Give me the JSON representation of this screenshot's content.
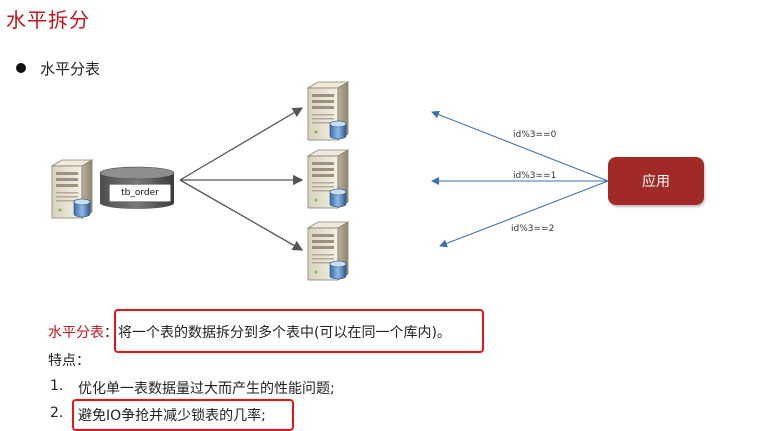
{
  "title": "水平拆分",
  "bullet": "水平分表",
  "diagram": {
    "table_name": "tb_order",
    "app_label": "应用",
    "routes": [
      "id%3==0",
      "id%3==1",
      "id%3==2"
    ]
  },
  "definition": {
    "term": "水平分表",
    "separator": "：",
    "text": "将一个表的数据拆分到多个表中(可以在同一个库内)。"
  },
  "features": {
    "title": "特点：",
    "items": [
      {
        "num": "1.",
        "text": "优化单一表数据量过大而产生的性能问题;"
      },
      {
        "num": "2.",
        "text": "避免IO争抢并减少锁表的几率;"
      }
    ]
  },
  "colors": {
    "title_red": "#c0161d",
    "app_box": "#a12a26",
    "highlight_box": "#e8141a",
    "route_arrow": "#3d6fa8",
    "fan_arrow": "#555555"
  }
}
